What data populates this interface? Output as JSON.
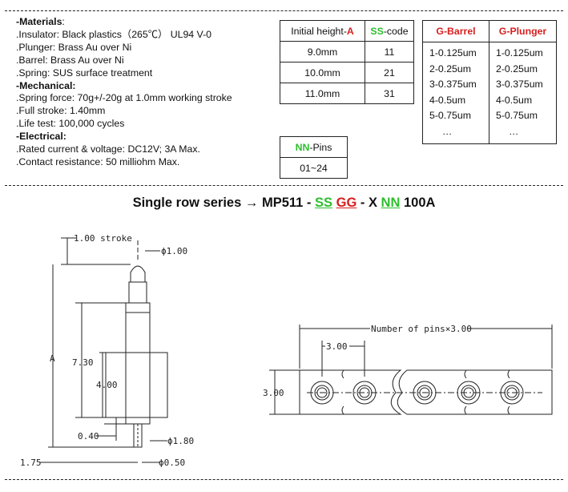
{
  "materials": {
    "heading": "-Materials",
    "heading_suffix": ":",
    "lines": [
      ".Insulator: Black plastics（265℃） UL94 V-0",
      ".Plunger: Brass Au over Ni",
      ".Barrel: Brass Au over Ni",
      ".Spring: SUS surface treatment"
    ]
  },
  "mechanical": {
    "heading": "-Mechanical:",
    "lines": [
      ".Spring force: 70g+/-20g at 1.0mm working stroke",
      ".Full stroke: 1.40mm",
      ".Life test: 100,000 cycles"
    ]
  },
  "electrical": {
    "heading": "-Electrical:",
    "lines": [
      ".Rated current & voltage: DC12V; 3A Max.",
      ".Contact resistance: 50 milliohm Max."
    ]
  },
  "ss_table": {
    "col1_prefix": "Initial height-",
    "col1_code": "A",
    "col2_code": "SS",
    "col2_suffix": "-code",
    "rows": [
      [
        "9.0mm",
        "11"
      ],
      [
        "10.0mm",
        "21"
      ],
      [
        "11.0mm",
        "31"
      ]
    ]
  },
  "gg_table": {
    "col1": "G-Barrel",
    "col2": "G-Plunger",
    "barrel": [
      "1-0.125um",
      "2-0.25um",
      "3-0.375um",
      "4-0.5um",
      "5-0.75um",
      "…"
    ],
    "plunger": [
      "1-0.125um",
      "2-0.25um",
      "3-0.375um",
      "4-0.5um",
      "5-0.75um",
      "…"
    ]
  },
  "nn_table": {
    "code": "NN",
    "suffix": "-Pins",
    "value": "01~24"
  },
  "series": {
    "prefix": "Single row series → MP511 - ",
    "ss": "SS",
    "gg": "GG",
    "mid": " - X ",
    "nn": "NN",
    "suffix": " 100A"
  },
  "drawing_labels": {
    "stroke": "1.00 stroke",
    "d1": "ϕ1.00",
    "a": "A",
    "h730": "7.30",
    "h400": "4.00",
    "h040": "0.40",
    "d180": "ϕ1.80",
    "h175": "1.75",
    "d050": "ϕ0.50",
    "pitch_total": "Number of pins×3.00",
    "pitch": "3.00",
    "height300": "3.00"
  },
  "colors": {
    "red": "#d81e1e",
    "green": "#2dbe2d"
  }
}
